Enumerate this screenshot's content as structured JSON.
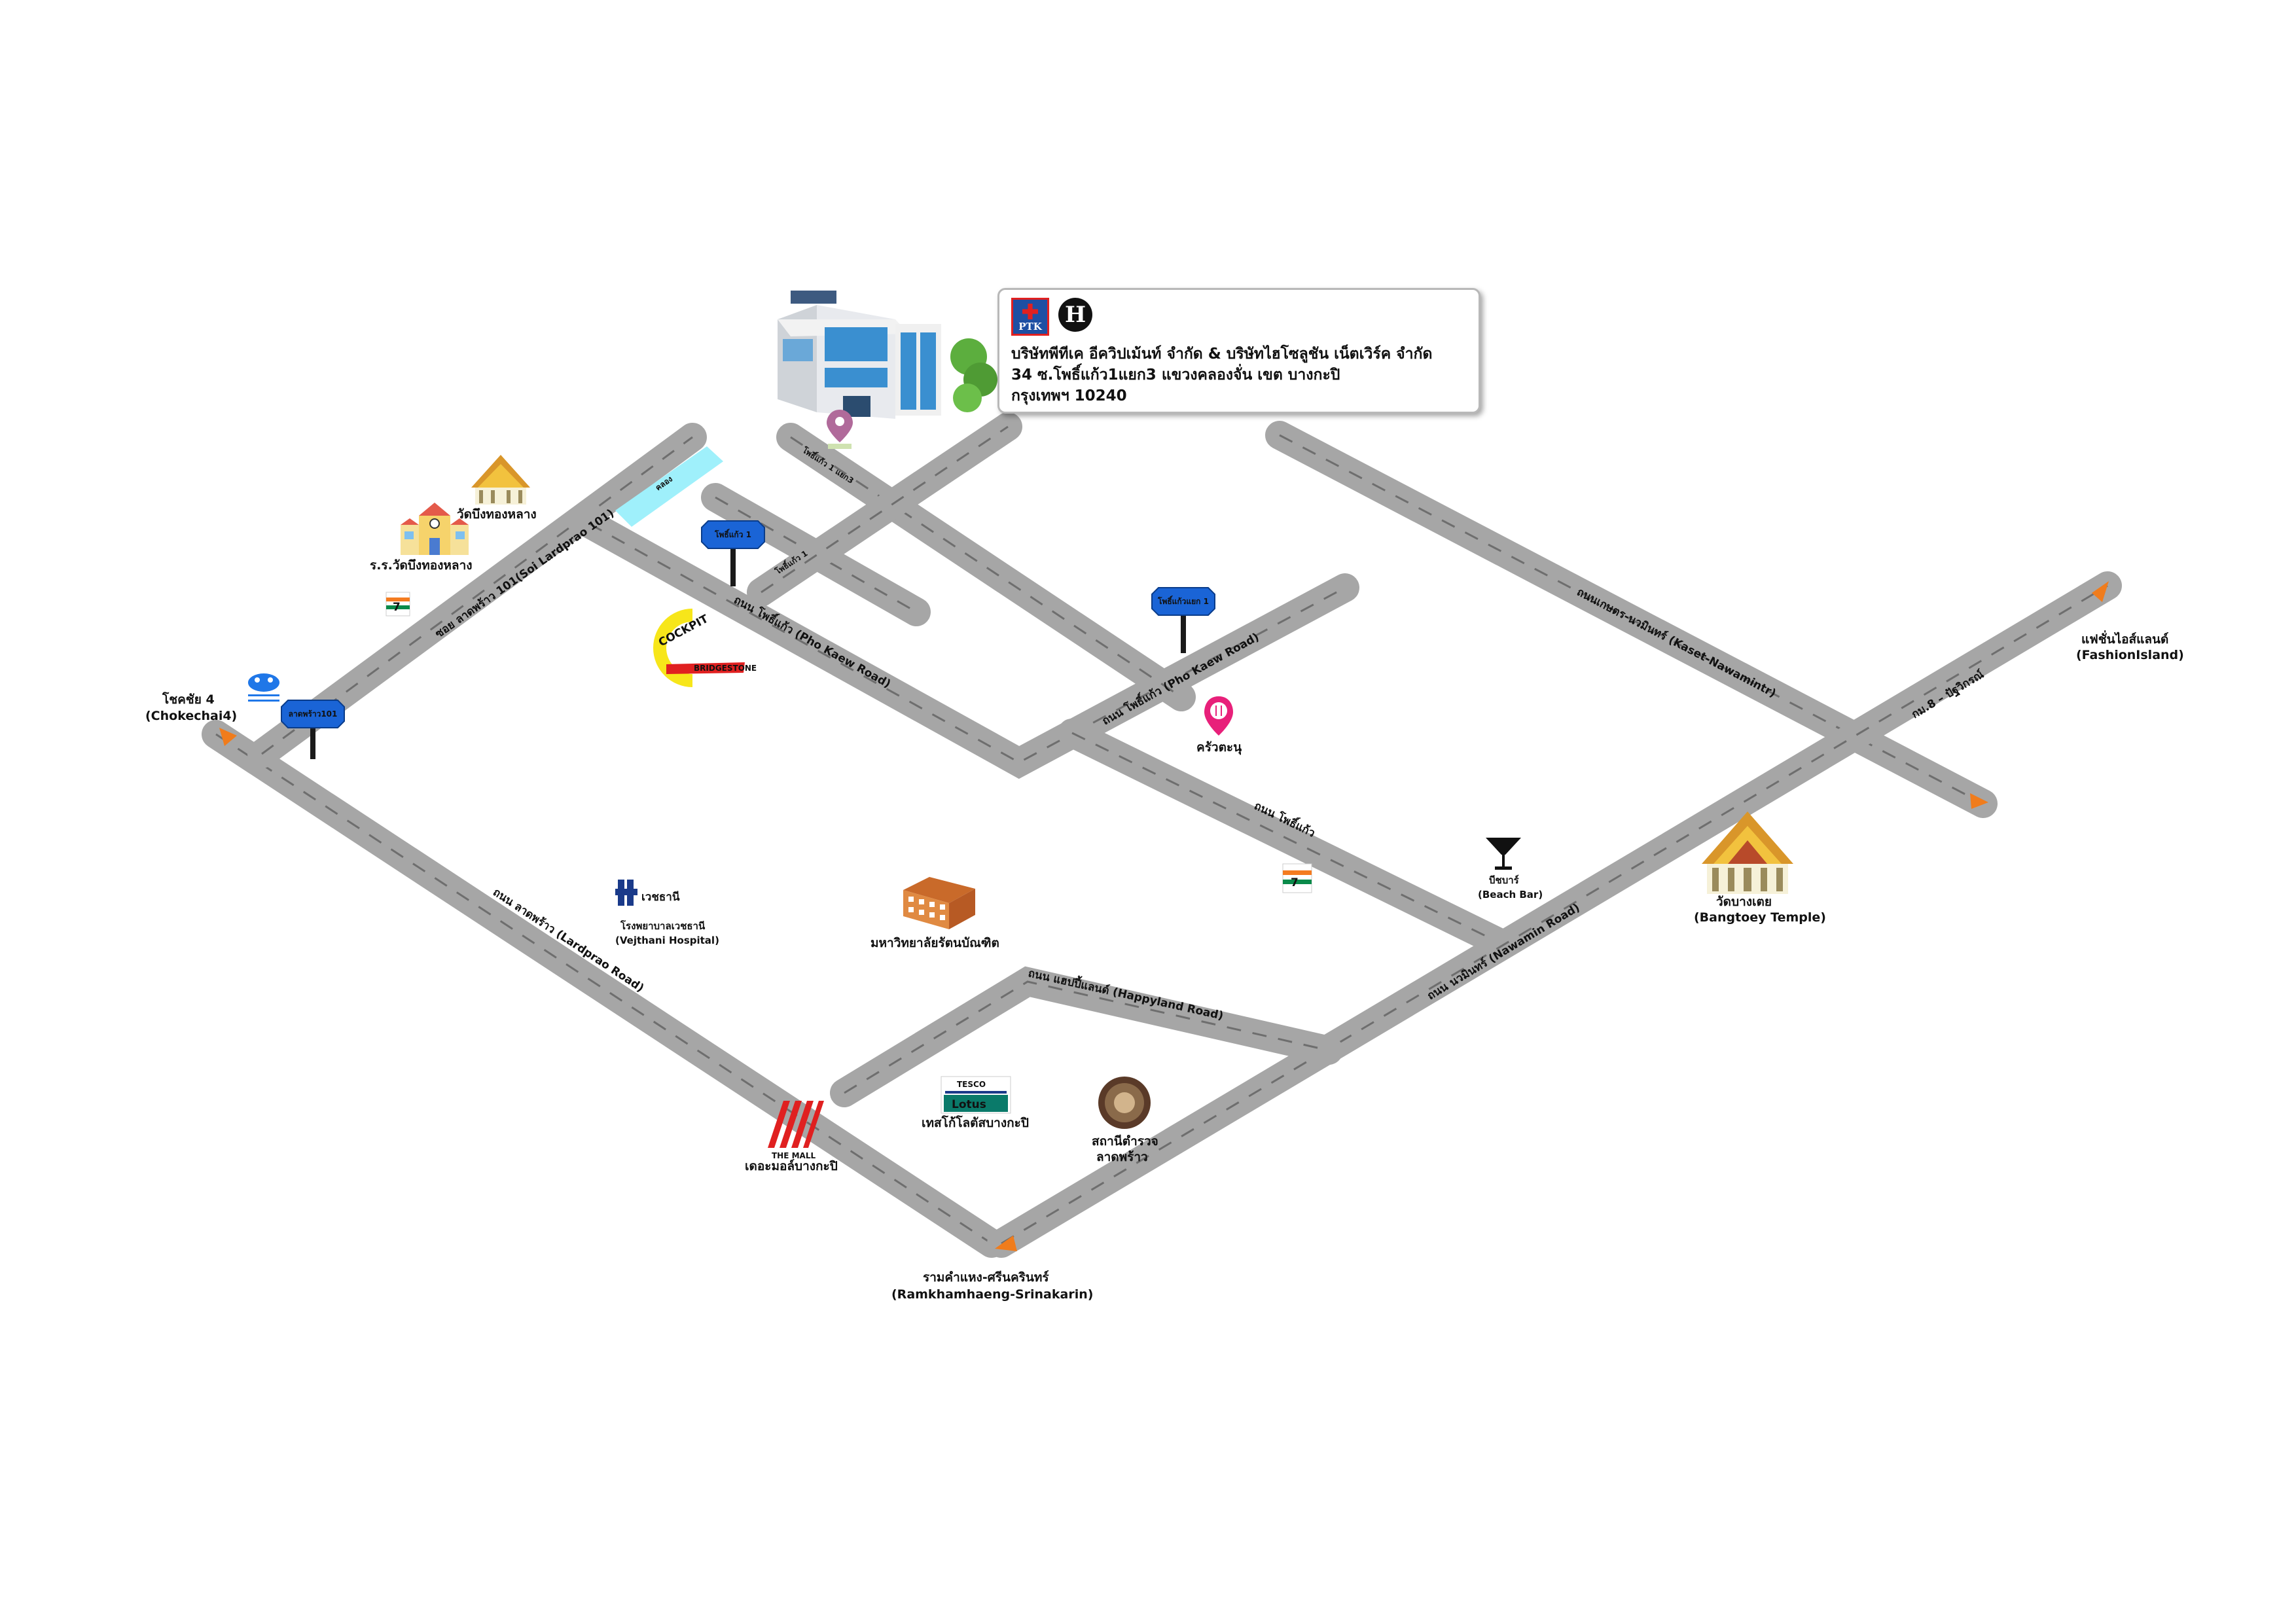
{
  "company": {
    "logo_ptk_text": "PTK",
    "logo_h_text": "H",
    "name_line": "บริษัทพีทีเค อีควิปเม้นท์ จำกัด & บริษัทไฮโซลูชัน เน็ตเวิร์ค จำกัด",
    "address_line1": "34 ซ.โพธิ์แก้ว1แยก3 แขวงคลองจั่น เขต บางกะปิ",
    "address_line2": "กรุงเทพฯ 10240"
  },
  "roads": {
    "soi_lardprao_101": "ซอย ลาดพร้าว 101(Soi Lardprao 101)",
    "pho_kaew_road_west": "ถนน โพธิ์แก้ว (Pho Kaew Road)",
    "pho_kaew_road_east": "ถนน โพธิ์แก้ว (Pho Kaew Road)",
    "pho_kaew_road_lower": "ถนน โพธิ์แก้ว",
    "pho_kaew_1_yaek_3": "โพธิ์แก้ว 1 แยก3",
    "pho_kaew_1": "โพธิ์แก้ว 1",
    "kaset_nawamintr": "ถนนเกษตร-นวมินทร์ (Kaset-Nawamintr)",
    "nawamin_road": "ถนน นวมินทร์ (Nawamin Road)",
    "lardprao_road": "ถนน ลาดพร้าว (Lardprao Road)",
    "happyland_road": "ถนน แฮปปี้แลนด์ (Happyland Road)",
    "km8_pattanakarn": "กม.8 – ปัฐวิกรณ์"
  },
  "signs": {
    "pho_kaew_1_sign": "โพธิ์แก้ว 1",
    "pho_kaew_yaek_sign": "โพธิ์แก้วแยก 1",
    "lardprao_101_sign": "ลาดพร้าว101"
  },
  "landmarks": {
    "wat_bueng_thonglang": "วัดบึงทองหลาง",
    "school_wat_bueng": "ร.ร.วัดบึงทองหลาง",
    "chokechai4_th": "โชคชัย 4",
    "chokechai4_en": "(Chokechai4)",
    "cockpit": "COCKPIT",
    "bridgestone": "BRIDGESTONE",
    "krua_tanu": "ครัวตะนุ",
    "fashion_island_th": "แฟชั่นไอส์แลนด์",
    "fashion_island_en": "(FashionIsland)",
    "beach_bar_th": "บีชบาร์",
    "beach_bar_en": "(Beach Bar)",
    "wat_bangtoey_th": "วัดบางเตย",
    "wat_bangtoey_en": "(Bangtoey Temple)",
    "vejthani_brand": "เวชธานี",
    "vejthani_th": "โรงพยาบาลเวชธานี",
    "vejthani_en": "(Vejthani Hospital)",
    "rattana_bundit": "มหาวิทยาลัยรัตนบัณฑิต",
    "tesco_top": "TESCO",
    "tesco_bottom": "Lotus",
    "tesco_lotus_bangkapi": "เทสโก้โลตัสบางกะปิ",
    "the_mall_logo": "THE MALL",
    "the_mall_bangkapi": "เดอะมอล์บางกะปิ",
    "police_station_line1": "สถานีตำรวจ",
    "police_station_line2": "ลาดพร้าว",
    "ramkhamhaeng_th": "รามคำแหง-ศรีนครินทร์",
    "ramkhamhaeng_en": "(Ramkhamhaeng-Srinakarin)",
    "seven_eleven": "7",
    "canal_label": "คลอง"
  },
  "colors": {
    "road": "#a6a6a6",
    "arrow": "#f07c1c",
    "sign_blue": "#1a64d6",
    "pin_pink": "#e8207a",
    "canal": "#9ff0fb"
  }
}
